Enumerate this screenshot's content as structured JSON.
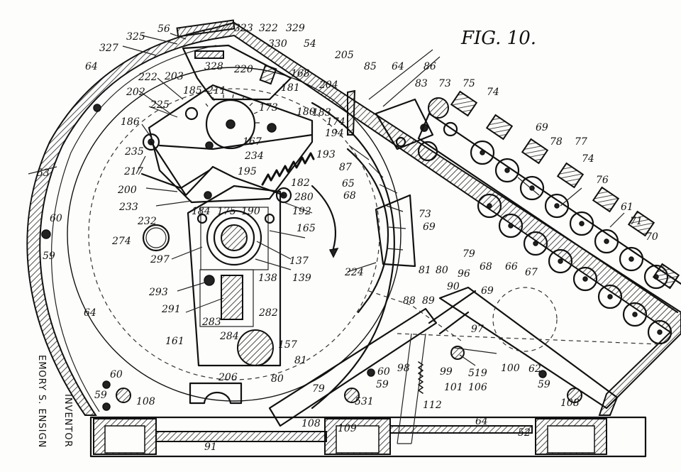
{
  "figure_title": "FIG. 10.",
  "inventor": {
    "heading": "INVENTOR",
    "name": "EMORY S. ENSIGN"
  },
  "labels": [
    {
      "id": "l56",
      "text": "56"
    },
    {
      "id": "l323",
      "text": "323"
    },
    {
      "id": "l322",
      "text": "322"
    },
    {
      "id": "l329",
      "text": "329"
    },
    {
      "id": "l325",
      "text": "325"
    },
    {
      "id": "l330",
      "text": "330"
    },
    {
      "id": "l54",
      "text": "54"
    },
    {
      "id": "l327",
      "text": "327"
    },
    {
      "id": "l328",
      "text": "328"
    },
    {
      "id": "l205",
      "text": "205"
    },
    {
      "id": "l64a",
      "text": "64"
    },
    {
      "id": "l222",
      "text": "222"
    },
    {
      "id": "l203",
      "text": "203"
    },
    {
      "id": "l220",
      "text": "220"
    },
    {
      "id": "l168",
      "text": "168"
    },
    {
      "id": "l85",
      "text": "85"
    },
    {
      "id": "l64b",
      "text": "64"
    },
    {
      "id": "l86",
      "text": "86"
    },
    {
      "id": "l185",
      "text": "185"
    },
    {
      "id": "l211",
      "text": "211"
    },
    {
      "id": "l181",
      "text": "181"
    },
    {
      "id": "l204",
      "text": "204"
    },
    {
      "id": "l83",
      "text": "83"
    },
    {
      "id": "l73a",
      "text": "73"
    },
    {
      "id": "l75",
      "text": "75"
    },
    {
      "id": "l74a",
      "text": "74"
    },
    {
      "id": "l202",
      "text": "202"
    },
    {
      "id": "l173",
      "text": "173"
    },
    {
      "id": "l225",
      "text": "225"
    },
    {
      "id": "l180",
      "text": "180"
    },
    {
      "id": "l183",
      "text": "183"
    },
    {
      "id": "l174",
      "text": "174"
    },
    {
      "id": "l186",
      "text": "186"
    },
    {
      "id": "l194",
      "text": "194"
    },
    {
      "id": "l69a",
      "text": "69"
    },
    {
      "id": "l167",
      "text": "167"
    },
    {
      "id": "l78",
      "text": "78"
    },
    {
      "id": "l77",
      "text": "77"
    },
    {
      "id": "l235",
      "text": "235"
    },
    {
      "id": "l234",
      "text": "234"
    },
    {
      "id": "l193",
      "text": "193"
    },
    {
      "id": "l74b",
      "text": "74"
    },
    {
      "id": "l217",
      "text": "217"
    },
    {
      "id": "l195",
      "text": "195"
    },
    {
      "id": "l87",
      "text": "87"
    },
    {
      "id": "l53",
      "text": "53"
    },
    {
      "id": "l200",
      "text": "200"
    },
    {
      "id": "l182",
      "text": "182"
    },
    {
      "id": "l65",
      "text": "65"
    },
    {
      "id": "l76",
      "text": "76"
    },
    {
      "id": "l233",
      "text": "233"
    },
    {
      "id": "l280",
      "text": "280"
    },
    {
      "id": "l68a",
      "text": "68"
    },
    {
      "id": "l61",
      "text": "61"
    },
    {
      "id": "l184",
      "text": "184"
    },
    {
      "id": "l175",
      "text": "175"
    },
    {
      "id": "l190",
      "text": "190"
    },
    {
      "id": "l192",
      "text": "192"
    },
    {
      "id": "l73b",
      "text": "73"
    },
    {
      "id": "l71",
      "text": "71"
    },
    {
      "id": "l60a",
      "text": "60"
    },
    {
      "id": "l232",
      "text": "232"
    },
    {
      "id": "l165",
      "text": "165"
    },
    {
      "id": "l69b",
      "text": "69"
    },
    {
      "id": "l70",
      "text": "70"
    },
    {
      "id": "l274",
      "text": "274"
    },
    {
      "id": "l59a",
      "text": "59"
    },
    {
      "id": "l297",
      "text": "297"
    },
    {
      "id": "l137",
      "text": "137"
    },
    {
      "id": "l79a",
      "text": "79"
    },
    {
      "id": "l68b",
      "text": "68"
    },
    {
      "id": "l66",
      "text": "66"
    },
    {
      "id": "l67",
      "text": "67"
    },
    {
      "id": "l138",
      "text": "138"
    },
    {
      "id": "l139",
      "text": "139"
    },
    {
      "id": "l224",
      "text": "224"
    },
    {
      "id": "l81a",
      "text": "81"
    },
    {
      "id": "l80a",
      "text": "80"
    },
    {
      "id": "l96",
      "text": "96"
    },
    {
      "id": "l293",
      "text": "293"
    },
    {
      "id": "l90",
      "text": "90"
    },
    {
      "id": "l69c",
      "text": "69"
    },
    {
      "id": "l291",
      "text": "291"
    },
    {
      "id": "l64c",
      "text": "64"
    },
    {
      "id": "l88",
      "text": "88"
    },
    {
      "id": "l89",
      "text": "89"
    },
    {
      "id": "l282",
      "text": "282"
    },
    {
      "id": "l283",
      "text": "283"
    },
    {
      "id": "l97",
      "text": "97"
    },
    {
      "id": "l284",
      "text": "284"
    },
    {
      "id": "l161",
      "text": "161"
    },
    {
      "id": "l157",
      "text": "157"
    },
    {
      "id": "l98",
      "text": "98"
    },
    {
      "id": "l99",
      "text": "99"
    },
    {
      "id": "l101",
      "text": "101"
    },
    {
      "id": "l519",
      "text": "519"
    },
    {
      "id": "l106",
      "text": "106"
    },
    {
      "id": "l100",
      "text": "100"
    },
    {
      "id": "l62",
      "text": "62"
    },
    {
      "id": "l81b",
      "text": "81"
    },
    {
      "id": "l60b",
      "text": "60"
    },
    {
      "id": "l206",
      "text": "206"
    },
    {
      "id": "l80b",
      "text": "80"
    },
    {
      "id": "l60c",
      "text": "60"
    },
    {
      "id": "l59b",
      "text": "59"
    },
    {
      "id": "l79b",
      "text": "79"
    },
    {
      "id": "l59c",
      "text": "59"
    },
    {
      "id": "l59d",
      "text": "59"
    },
    {
      "id": "l531",
      "text": "531"
    },
    {
      "id": "l112",
      "text": "112"
    },
    {
      "id": "l108a",
      "text": "108"
    },
    {
      "id": "l108b",
      "text": "108"
    },
    {
      "id": "l109",
      "text": "109"
    },
    {
      "id": "l64d",
      "text": "64"
    },
    {
      "id": "l108c",
      "text": "108"
    },
    {
      "id": "l52",
      "text": "52"
    },
    {
      "id": "l91",
      "text": "91"
    }
  ]
}
